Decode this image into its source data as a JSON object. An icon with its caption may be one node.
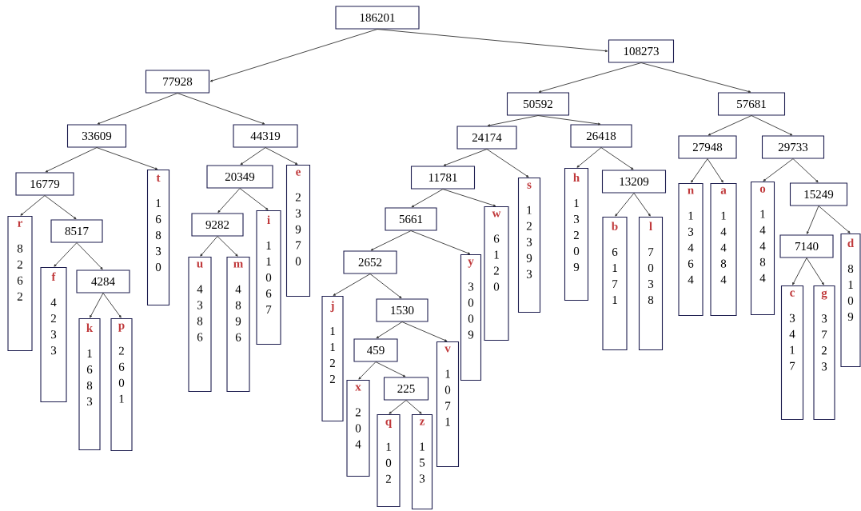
{
  "diagram": {
    "nodes": [
      {
        "text": [
          "186201"
        ]
      },
      {
        "text": [
          "108273"
        ]
      },
      {
        "text": [
          "77928"
        ]
      },
      {
        "text": [
          "50592"
        ]
      },
      {
        "text": [
          "57681"
        ]
      },
      {
        "text": [
          "33609"
        ]
      },
      {
        "text": [
          "44319"
        ]
      },
      {
        "text": [
          "24174"
        ]
      },
      {
        "text": [
          "26418"
        ]
      },
      {
        "text": [
          "27948"
        ]
      },
      {
        "text": [
          "29733"
        ]
      },
      {
        "text": [
          "16779"
        ]
      },
      {
        "text": [
          "t",
          "16830"
        ]
      },
      {
        "text": [
          "20349"
        ]
      },
      {
        "text": [
          "e",
          "23970"
        ]
      },
      {
        "text": [
          "11781"
        ]
      },
      {
        "text": [
          "s",
          "12393"
        ]
      },
      {
        "text": [
          "h",
          "13209"
        ]
      },
      {
        "text": [
          "13209"
        ]
      },
      {
        "text": [
          "n",
          "13464"
        ]
      },
      {
        "text": [
          "a",
          "14484"
        ]
      },
      {
        "text": [
          "o",
          "14484"
        ]
      },
      {
        "text": [
          "15249"
        ]
      },
      {
        "text": [
          "r",
          "8262"
        ]
      },
      {
        "text": [
          "8517"
        ]
      },
      {
        "text": [
          "9282"
        ]
      },
      {
        "text": [
          "i",
          "11067"
        ]
      },
      {
        "text": [
          "5661"
        ]
      },
      {
        "text": [
          "w",
          "6120"
        ]
      },
      {
        "text": [
          "b",
          "6171"
        ]
      },
      {
        "text": [
          "l",
          "7038"
        ]
      },
      {
        "text": [
          "f",
          "4233"
        ]
      },
      {
        "text": [
          "4284"
        ]
      },
      {
        "text": [
          "u",
          "4386"
        ]
      },
      {
        "text": [
          "m",
          "4896"
        ]
      },
      {
        "text": [
          "2652"
        ]
      },
      {
        "text": [
          "y",
          "3009"
        ]
      },
      {
        "text": [
          "7140"
        ]
      },
      {
        "text": [
          "d",
          "8109"
        ]
      },
      {
        "text": [
          "k",
          "1683"
        ]
      },
      {
        "text": [
          "p",
          "2601"
        ]
      },
      {
        "text": [
          "j",
          "1122"
        ]
      },
      {
        "text": [
          "1530"
        ]
      },
      {
        "text": [
          "v",
          "1071"
        ]
      },
      {
        "text": [
          "c",
          "3417"
        ]
      },
      {
        "text": [
          "g",
          "3723"
        ]
      },
      {
        "text": [
          "459"
        ]
      },
      {
        "text": [
          "x",
          "204"
        ]
      },
      {
        "text": [
          "225"
        ]
      },
      {
        "text": [
          "q",
          "102"
        ]
      },
      {
        "text": [
          "z",
          "153"
        ]
      }
    ],
    "edges": [
      {
        "from": 0,
        "to": 2,
        "arrow": "to"
      },
      {
        "from": 0,
        "to": 1,
        "arrow": "to"
      },
      {
        "from": 1,
        "to": 3,
        "arrow": "to"
      },
      {
        "from": 1,
        "to": 4,
        "arrow": "to"
      },
      {
        "from": 2,
        "to": 5,
        "arrow": "to"
      },
      {
        "from": 2,
        "to": 6,
        "arrow": "to"
      },
      {
        "from": 3,
        "to": 7,
        "arrow": "to"
      },
      {
        "from": 3,
        "to": 8,
        "arrow": "to"
      },
      {
        "from": 4,
        "to": 9,
        "arrow": "to"
      },
      {
        "from": 4,
        "to": 10,
        "arrow": "to"
      },
      {
        "from": 5,
        "to": 11,
        "arrow": "to"
      },
      {
        "from": 5,
        "to": 12,
        "arrow": "to"
      },
      {
        "from": 6,
        "to": 13,
        "arrow": "to"
      },
      {
        "from": 6,
        "to": 14,
        "arrow": "to"
      },
      {
        "from": 7,
        "to": 15,
        "arrow": "to"
      },
      {
        "from": 7,
        "to": 16,
        "arrow": "to"
      },
      {
        "from": 8,
        "to": 17,
        "arrow": "to"
      },
      {
        "from": 8,
        "to": 18,
        "arrow": "to"
      },
      {
        "from": 9,
        "to": 19,
        "arrow": "to"
      },
      {
        "from": 9,
        "to": 20,
        "arrow": "to"
      },
      {
        "from": 10,
        "to": 21,
        "arrow": "to"
      },
      {
        "from": 10,
        "to": 22,
        "arrow": "to"
      },
      {
        "from": 11,
        "to": 23,
        "arrow": "to"
      },
      {
        "from": 11,
        "to": 24,
        "arrow": "to"
      },
      {
        "from": 13,
        "to": 25,
        "arrow": "to"
      },
      {
        "from": 13,
        "to": 26,
        "arrow": "to"
      },
      {
        "from": 15,
        "to": 27,
        "arrow": "to"
      },
      {
        "from": 15,
        "to": 28,
        "arrow": "to"
      },
      {
        "from": 18,
        "to": 29,
        "arrow": "to"
      },
      {
        "from": 18,
        "to": 30,
        "arrow": "to"
      },
      {
        "from": 22,
        "to": 37,
        "arrow": "to"
      },
      {
        "from": 22,
        "to": 38,
        "arrow": "to"
      },
      {
        "from": 24,
        "to": 31,
        "arrow": "to"
      },
      {
        "from": 24,
        "to": 32,
        "arrow": "to"
      },
      {
        "from": 25,
        "to": 33,
        "arrow": "to"
      },
      {
        "from": 25,
        "to": 34,
        "arrow": "to"
      },
      {
        "from": 27,
        "to": 35,
        "arrow": "to"
      },
      {
        "from": 27,
        "to": 36,
        "arrow": "to"
      },
      {
        "from": 32,
        "to": 39,
        "arrow": "to"
      },
      {
        "from": 32,
        "to": 40,
        "arrow": "to"
      },
      {
        "from": 35,
        "to": 41,
        "arrow": "to"
      },
      {
        "from": 35,
        "to": 42,
        "arrow": "to"
      },
      {
        "from": 37,
        "to": 44,
        "arrow": "to"
      },
      {
        "from": 37,
        "to": 45,
        "arrow": "to"
      },
      {
        "from": 42,
        "to": 46,
        "arrow": "to"
      },
      {
        "from": 42,
        "to": 43,
        "arrow": "to"
      },
      {
        "from": 46,
        "to": 47,
        "arrow": "to"
      },
      {
        "from": 46,
        "to": 48,
        "arrow": "to"
      },
      {
        "from": 48,
        "to": 49,
        "arrow": "to"
      },
      {
        "from": 48,
        "to": 50,
        "arrow": "to"
      }
    ]
  }
}
